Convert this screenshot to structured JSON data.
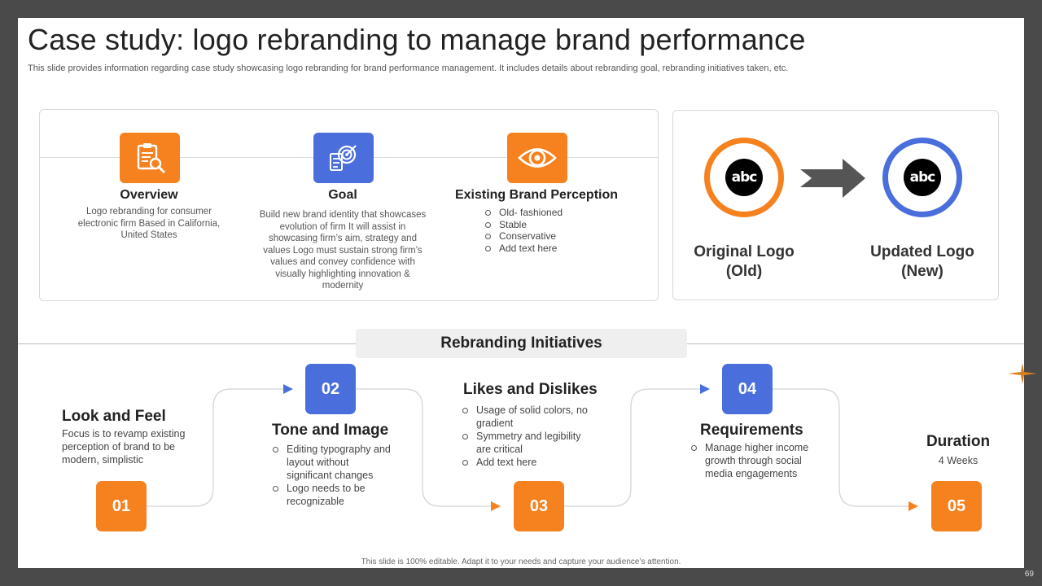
{
  "header": {
    "title": "Case study: logo rebranding to manage brand performance",
    "subtitle": "This slide provides information regarding case study showcasing logo rebranding for brand performance management. It includes details about rebranding goal, rebranding initiatives taken, etc."
  },
  "info": {
    "overview": {
      "title": "Overview",
      "text": "Logo rebranding for consumer electronic firm Based in California, United States",
      "icon": "clipboard-search-icon"
    },
    "goal": {
      "title": "Goal",
      "text": "Build new brand identity that showcases evolution of firm It will assist in showcasing firm’s aim, strategy and values Logo must sustain strong firm’s values and convey confidence with visually highlighting innovation & modernity",
      "icon": "target-checklist-icon"
    },
    "perception": {
      "title": "Existing Brand Perception",
      "items": [
        "Old- fashioned",
        "Stable",
        "Conservative",
        "Add text here"
      ],
      "icon": "eye-icon"
    }
  },
  "logos": {
    "old_logo_text": "abc",
    "new_logo_text": "abc",
    "old_caption_1": "Original Logo",
    "old_caption_2": "(Old)",
    "new_caption_1": "Updated Logo",
    "new_caption_2": "(New)"
  },
  "initiatives": {
    "banner": "Rebranding Initiatives",
    "steps": [
      {
        "num": "01",
        "title": "Look and Feel",
        "text": "Focus is to revamp existing perception of brand to be modern, simplistic"
      },
      {
        "num": "02",
        "title": "Tone and Image",
        "items": [
          "Editing typography and layout without significant changes",
          "Logo needs to be recognizable"
        ]
      },
      {
        "num": "03",
        "title": "Likes and Dislikes",
        "items": [
          "Usage of solid colors, no gradient",
          "Symmetry and legibility are critical",
          "Add text here"
        ]
      },
      {
        "num": "04",
        "title": "Requirements",
        "items": [
          "Manage higher income growth through social media engagements"
        ]
      },
      {
        "num": "05",
        "title": "Duration",
        "text": "4 Weeks"
      }
    ]
  },
  "footer": {
    "note": "This slide is 100% editable. Adapt it to your needs and capture your audience’s attention.",
    "page": "69"
  },
  "colors": {
    "orange": "#f5821f",
    "blue": "#4a6fdc",
    "arrow": "#555555"
  }
}
